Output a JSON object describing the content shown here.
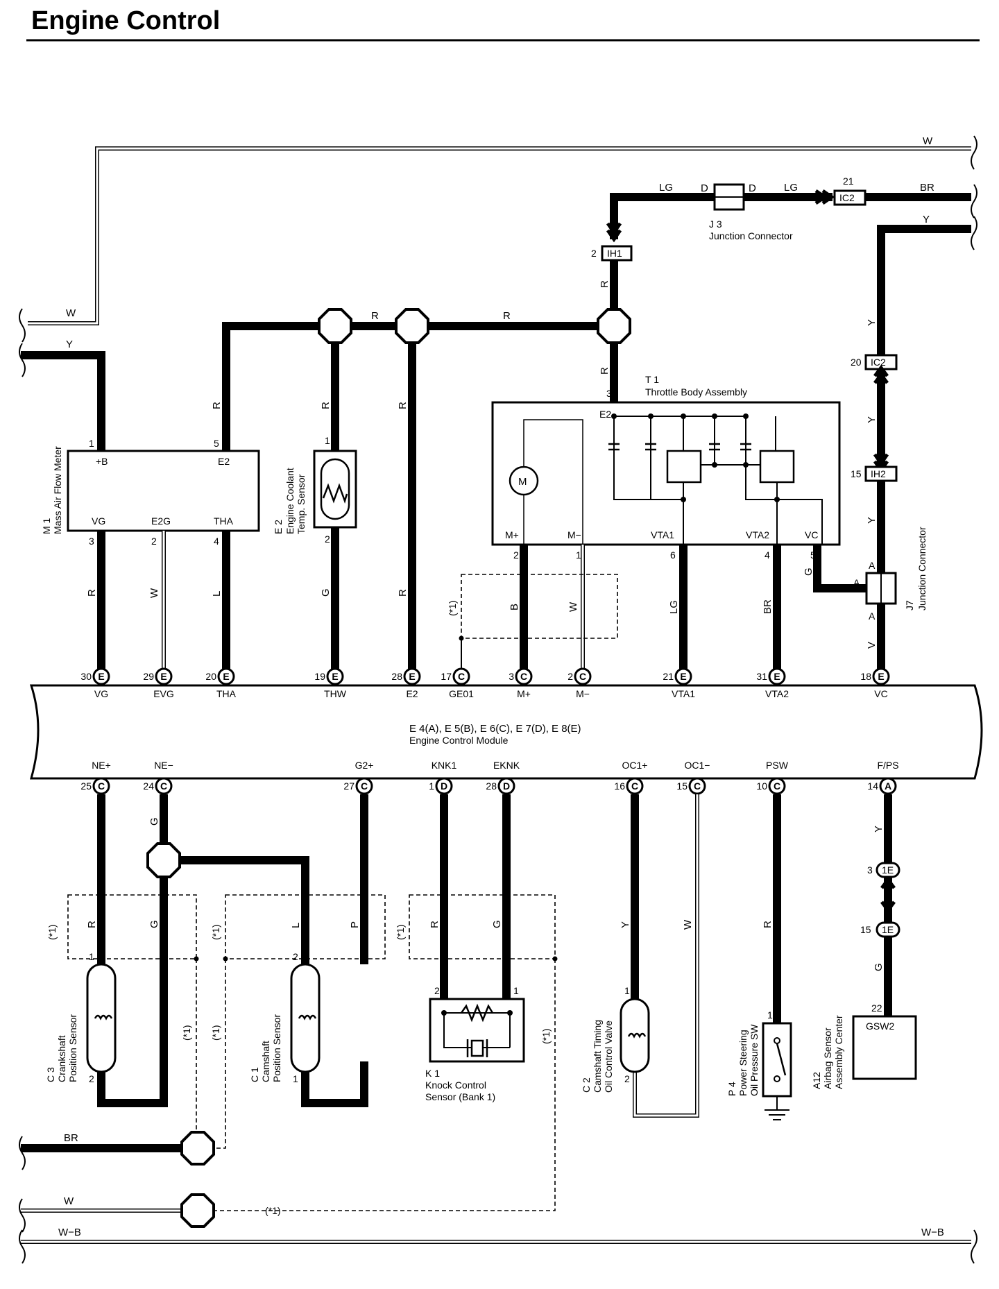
{
  "title": "Engine Control",
  "shield_note": "(*1)",
  "ecm": {
    "name": "E 4(A), E 5(B), E 6(C), E 7(D), E 8(E)",
    "desc": "Engine Control Module",
    "top_terminals": [
      {
        "pin": "30",
        "conn": "E",
        "name": "VG"
      },
      {
        "pin": "29",
        "conn": "E",
        "name": "EVG"
      },
      {
        "pin": "20",
        "conn": "E",
        "name": "THA"
      },
      {
        "pin": "19",
        "conn": "E",
        "name": "THW"
      },
      {
        "pin": "28",
        "conn": "E",
        "name": "E2"
      },
      {
        "pin": "17",
        "conn": "C",
        "name": "GE01"
      },
      {
        "pin": "3",
        "conn": "C",
        "name": "M+"
      },
      {
        "pin": "2",
        "conn": "C",
        "name": "M−"
      },
      {
        "pin": "21",
        "conn": "E",
        "name": "VTA1"
      },
      {
        "pin": "31",
        "conn": "E",
        "name": "VTA2"
      },
      {
        "pin": "18",
        "conn": "E",
        "name": "VC"
      }
    ],
    "bottom_terminals": [
      {
        "pin": "25",
        "conn": "C",
        "name": "NE+"
      },
      {
        "pin": "24",
        "conn": "C",
        "name": "NE−"
      },
      {
        "pin": "27",
        "conn": "C",
        "name": "G2+"
      },
      {
        "pin": "1",
        "conn": "D",
        "name": "KNK1"
      },
      {
        "pin": "28",
        "conn": "D",
        "name": "EKNK"
      },
      {
        "pin": "16",
        "conn": "C",
        "name": "OC1+"
      },
      {
        "pin": "15",
        "conn": "C",
        "name": "OC1−"
      },
      {
        "pin": "10",
        "conn": "C",
        "name": "PSW"
      },
      {
        "pin": "14",
        "conn": "A",
        "name": "F/PS"
      }
    ]
  },
  "components": {
    "m1": {
      "code": "M 1",
      "name": "Mass Air Flow Meter",
      "t_b": "+B",
      "t_e2": "E2",
      "t_vg": "VG",
      "t_e2g": "E2G",
      "t_tha": "THA",
      "p1": "1",
      "p5": "5",
      "p3": "3",
      "p2": "2",
      "p4": "4"
    },
    "e2": {
      "code": "E 2",
      "name1": "Engine Coolant",
      "name2": "Temp. Sensor",
      "p1": "1",
      "p2": "2"
    },
    "t1": {
      "code": "T 1",
      "name": "Throttle Body Assembly",
      "t_e2": "E2",
      "t_mp": "M+",
      "t_mm": "M−",
      "t_vta1": "VTA1",
      "t_vta2": "VTA2",
      "t_vc": "VC",
      "motor": "M",
      "p3": "3",
      "p2": "2",
      "p1": "1",
      "p6": "6",
      "p4": "4",
      "p5": "5"
    },
    "j3": {
      "code": "J 3",
      "name": "Junction Connector",
      "a": "D",
      "b": "D"
    },
    "j7": {
      "code": "J7",
      "name": "Junction Connector",
      "a1": "A",
      "a2": "A",
      "a3": "A"
    },
    "c3": {
      "code": "C 3",
      "name1": "Crankshaft",
      "name2": "Position Sensor",
      "p1": "1",
      "p2": "2"
    },
    "c1": {
      "code": "C 1",
      "name1": "Camshaft",
      "name2": "Position Sensor",
      "p2": "2",
      "p1": "1"
    },
    "k1": {
      "code": "K 1",
      "name1": "Knock Control",
      "name2": "Sensor (Bank 1)",
      "p2": "2",
      "p1": "1"
    },
    "c2": {
      "code": "C 2",
      "name1": "Camshaft Timing",
      "name2": "Oil Control Valve",
      "p1": "1",
      "p2": "2"
    },
    "p4": {
      "code": "P 4",
      "name1": "Power Steering",
      "name2": "Oil Pressure SW",
      "p1": "1"
    },
    "a12": {
      "code": "A12",
      "name1": "Airbag Sensor",
      "name2": "Assembly Center",
      "t": "GSW2",
      "p22": "22"
    }
  },
  "connectors": {
    "ih1": {
      "code": "IH1",
      "pin": "2"
    },
    "ic2a": {
      "code": "IC2",
      "pin": "21"
    },
    "ic2b": {
      "code": "IC2",
      "pin": "20"
    },
    "ih2": {
      "code": "IH2",
      "pin": "15"
    },
    "e1a": {
      "code": "1E",
      "pin": "3"
    },
    "e1b": {
      "code": "1E",
      "pin": "15"
    }
  },
  "wire_colors": {
    "w": "W",
    "y": "Y",
    "lg": "LG",
    "br": "BR",
    "r": "R",
    "g": "G",
    "l": "L",
    "b": "B",
    "v": "V",
    "p": "P",
    "wb": "W−B"
  }
}
